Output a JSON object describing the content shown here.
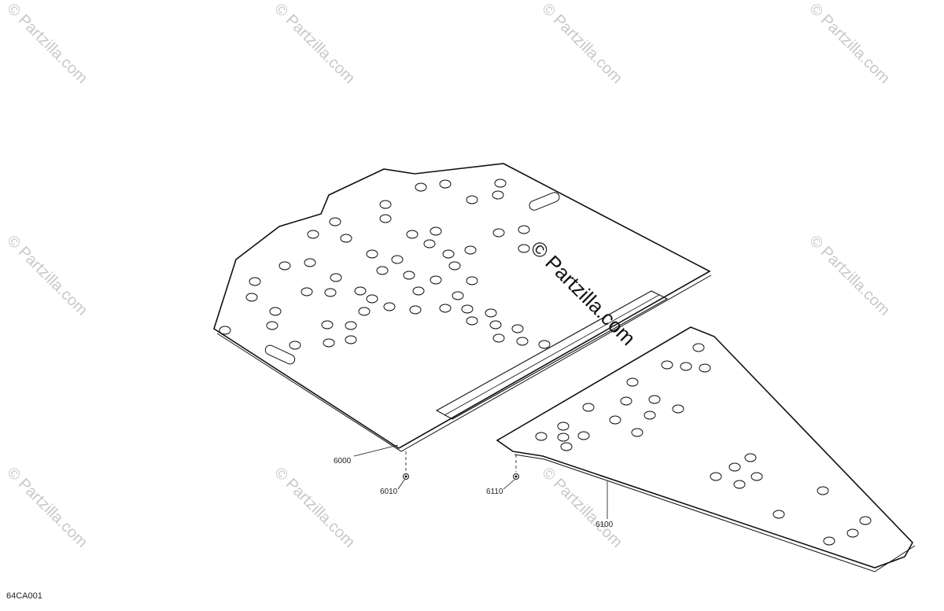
{
  "watermark": "© Partzilla.com",
  "center_watermark": "© Partzilla.com",
  "figure_id": "64CA001",
  "callouts": {
    "c6000": "6000",
    "c6010": "6010",
    "c6110": "6110",
    "c6100": "6100"
  }
}
